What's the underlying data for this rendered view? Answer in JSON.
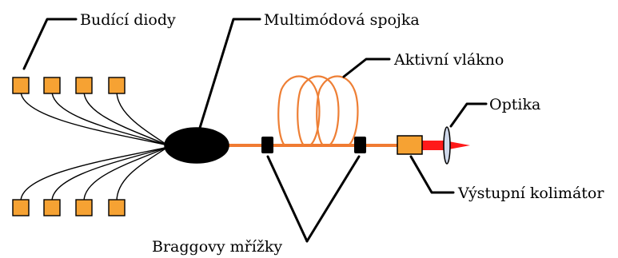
{
  "labels": {
    "pump_diodes": "Budící diody",
    "multimode_coupler": "Multimódová spojka",
    "active_fiber": "Aktivní vlákno",
    "optics": "Optika",
    "output_collimator": "Výstupní kolimátor",
    "bragg_gratings": "Braggovy mřížky"
  },
  "colors": {
    "pump_diode": "#f6a233",
    "fiber": "#f07b32",
    "coil": "#ee7f35",
    "collimator": "#f6a233",
    "beam": "#ff1a1a",
    "coupler": "#000000",
    "grating": "#000000",
    "lens": "#cfd8ea",
    "outline": "#000000"
  }
}
